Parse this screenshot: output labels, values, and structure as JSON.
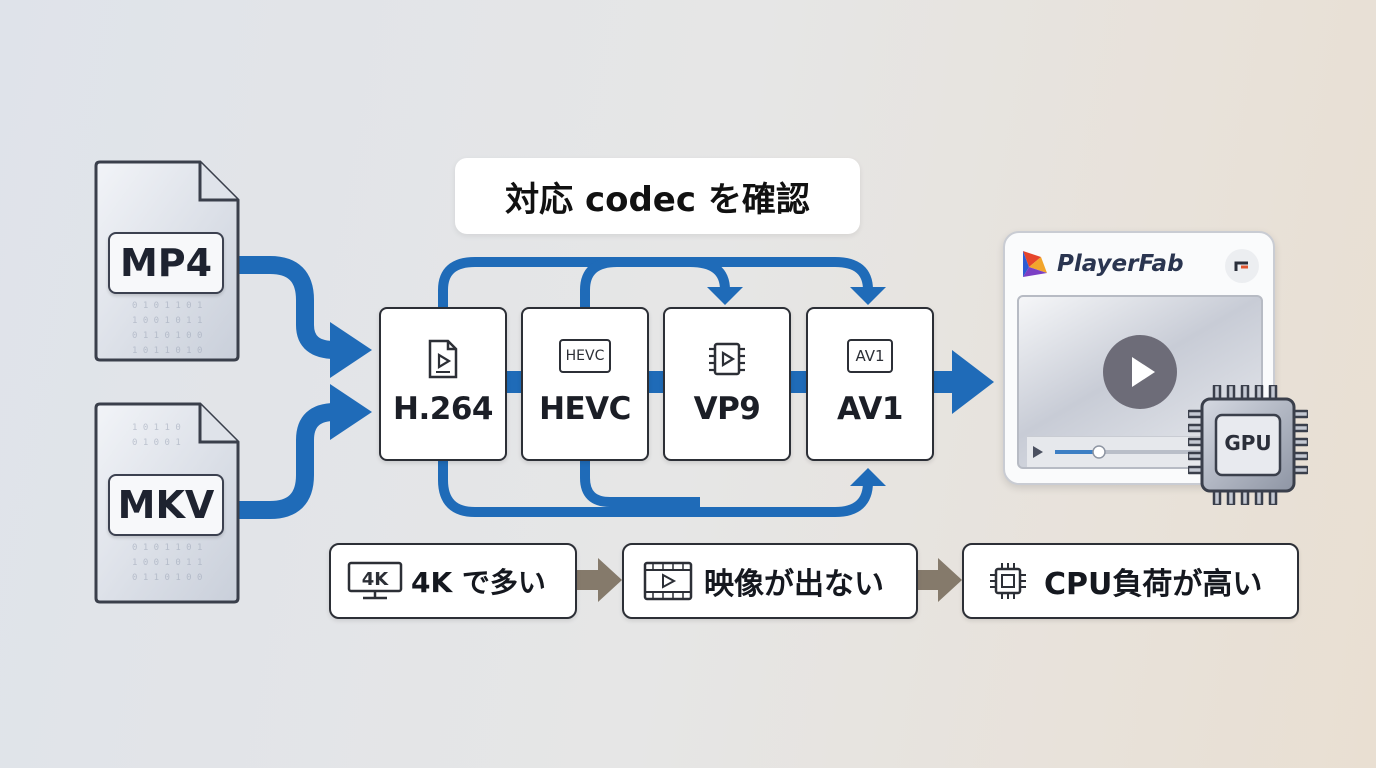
{
  "title": "対応 codec を確認",
  "inputs": [
    {
      "label": "MP4",
      "icon": "document-icon"
    },
    {
      "label": "MKV",
      "icon": "document-icon"
    }
  ],
  "codecs": [
    {
      "label": "H.264",
      "icon": "video-file-icon",
      "badge": ""
    },
    {
      "label": "HEVC",
      "icon": "hevc-badge-icon",
      "badge": "HEVC"
    },
    {
      "label": "VP9",
      "icon": "film-chip-icon",
      "badge": ""
    },
    {
      "label": "AV1",
      "icon": "av1-badge-icon",
      "badge": "AV1"
    }
  ],
  "player": {
    "brand": "PlayerFab",
    "icon": "playerfab-logo-icon",
    "gpu_label": "GPU"
  },
  "issues": [
    {
      "label": "4K で多い",
      "icon": "monitor-4k-icon",
      "badge": "4K"
    },
    {
      "label": "映像が出ない",
      "icon": "video-frame-icon"
    },
    {
      "label": "CPU負荷が高い",
      "icon": "cpu-chip-icon"
    }
  ],
  "colors": {
    "flow_arrow": "#1f6bb8",
    "issue_arrow": "#857a6b",
    "play_button": "#6d6c78"
  }
}
